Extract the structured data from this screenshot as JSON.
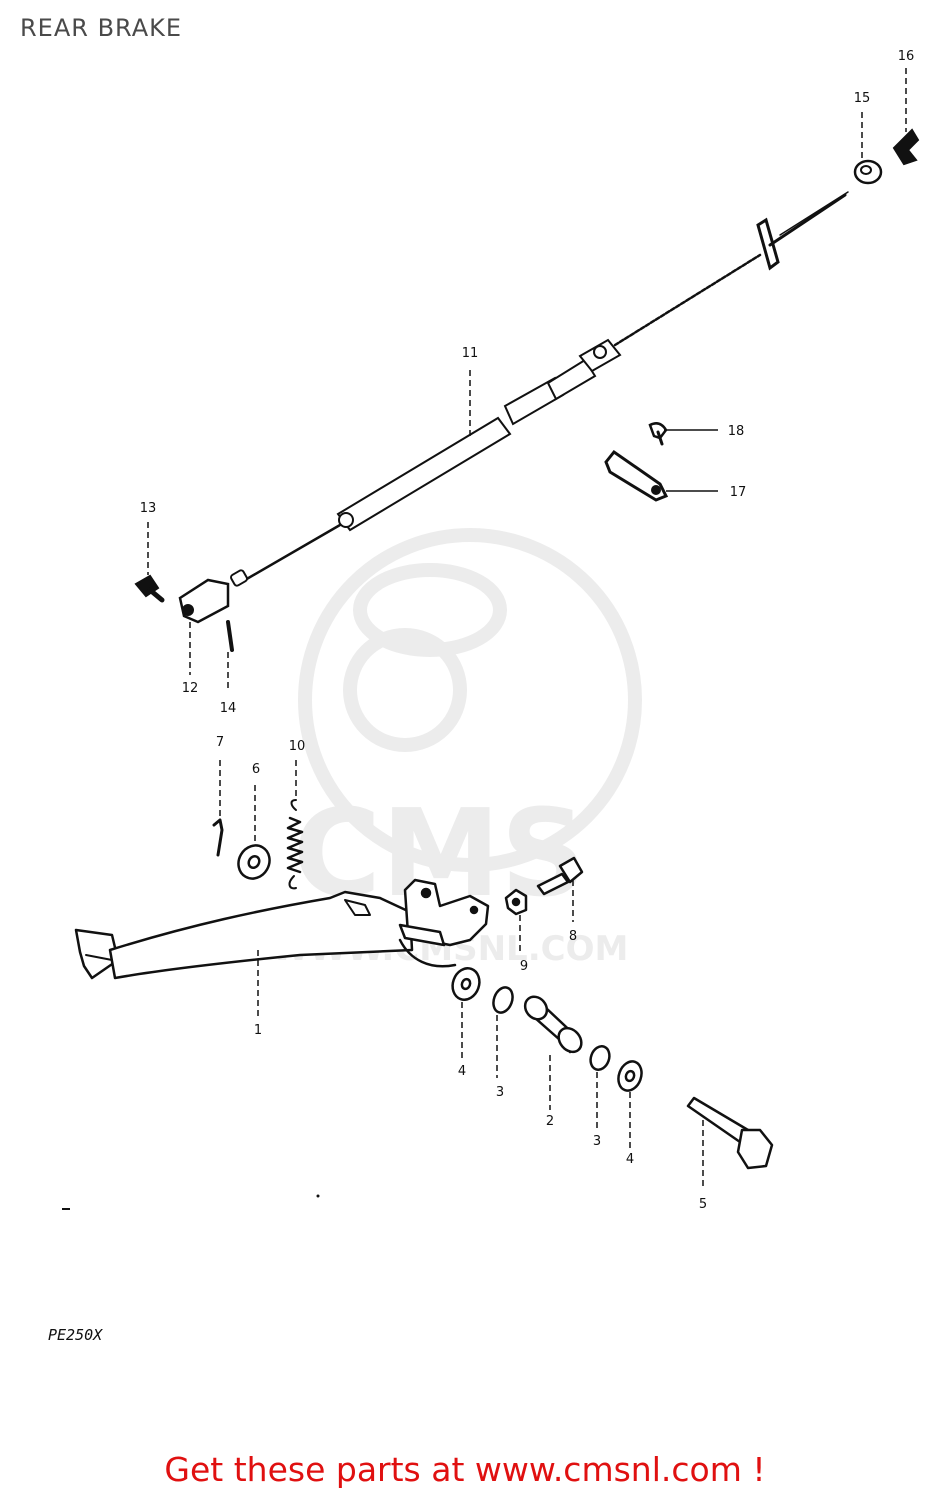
{
  "title": "REAR BRAKE",
  "model_code": "PE250X",
  "footer_text": "Get these parts at www.cmsnl.com !",
  "watermark": {
    "logo_text": "CMS",
    "url_text": "WWW.CMSNL.COM"
  },
  "callouts": [
    {
      "id": "1",
      "label": "1",
      "part": "brake-pedal"
    },
    {
      "id": "2",
      "label": "2",
      "part": "pedal-bush"
    },
    {
      "id": "3a",
      "label": "3",
      "part": "o-ring-left"
    },
    {
      "id": "3b",
      "label": "3",
      "part": "o-ring-right"
    },
    {
      "id": "4a",
      "label": "4",
      "part": "washer-left"
    },
    {
      "id": "4b",
      "label": "4",
      "part": "washer-right"
    },
    {
      "id": "5",
      "label": "5",
      "part": "pivot-bolt"
    },
    {
      "id": "6",
      "label": "6",
      "part": "washer"
    },
    {
      "id": "7",
      "label": "7",
      "part": "cotter-pin"
    },
    {
      "id": "8",
      "label": "8",
      "part": "adjuster-bolt"
    },
    {
      "id": "9",
      "label": "9",
      "part": "lock-nut"
    },
    {
      "id": "10",
      "label": "10",
      "part": "return-spring"
    },
    {
      "id": "11",
      "label": "11",
      "part": "brake-cable"
    },
    {
      "id": "12",
      "label": "12",
      "part": "cable-joint"
    },
    {
      "id": "13",
      "label": "13",
      "part": "joint-pin"
    },
    {
      "id": "14",
      "label": "14",
      "part": "cotter-pin-small"
    },
    {
      "id": "15",
      "label": "15",
      "part": "cable-end-pin"
    },
    {
      "id": "16",
      "label": "16",
      "part": "adjuster-nut"
    },
    {
      "id": "17",
      "label": "17",
      "part": "cable-clamp"
    },
    {
      "id": "18",
      "label": "18",
      "part": "clamp-screw"
    }
  ]
}
